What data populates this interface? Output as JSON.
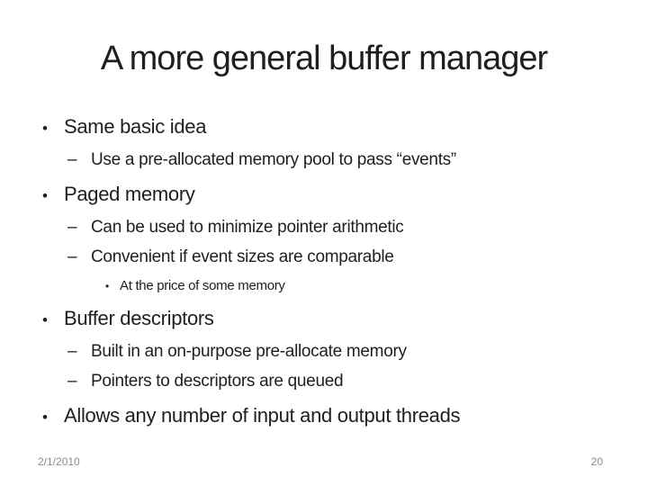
{
  "slide": {
    "title": "A more general buffer manager",
    "bullets": [
      {
        "level": 1,
        "marker": "•",
        "text": "Same basic idea"
      },
      {
        "level": 2,
        "marker": "–",
        "text": "Use a pre-allocated memory pool to pass “events”"
      },
      {
        "level": 1,
        "marker": "•",
        "text": "Paged memory"
      },
      {
        "level": 2,
        "marker": "–",
        "text": "Can be used to minimize pointer arithmetic"
      },
      {
        "level": 2,
        "marker": "–",
        "text": "Convenient if event sizes are comparable"
      },
      {
        "level": 3,
        "marker": "•",
        "text": "At the price of some memory"
      },
      {
        "level": 1,
        "marker": "•",
        "text": "Buffer descriptors"
      },
      {
        "level": 2,
        "marker": "–",
        "text": "Built in an on-purpose pre-allocate memory"
      },
      {
        "level": 2,
        "marker": "–",
        "text": "Pointers to descriptors are queued"
      },
      {
        "level": 1,
        "marker": "•",
        "text": "Allows any number of input and output threads"
      }
    ],
    "footer": {
      "date": "2/1/2010",
      "page_number": "20"
    },
    "colors": {
      "background": "#ffffff",
      "text": "#1f1f1f",
      "footer_text": "#8c8c8c"
    }
  }
}
